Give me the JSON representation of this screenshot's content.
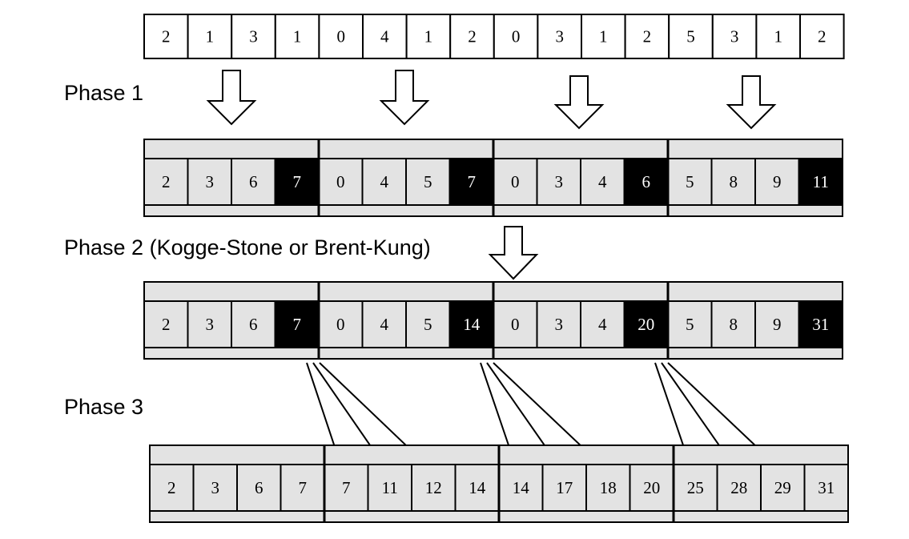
{
  "input_array": [
    "2",
    "1",
    "3",
    "1",
    "0",
    "4",
    "1",
    "2",
    "0",
    "3",
    "1",
    "2",
    "5",
    "3",
    "1",
    "2"
  ],
  "phases": [
    {
      "label": "Phase 1"
    },
    {
      "label": "Phase 2 (Kogge-Stone or Brent-Kung)"
    },
    {
      "label": "Phase 3"
    }
  ],
  "phase1_sections": [
    {
      "values": [
        "2",
        "3",
        "6",
        "7"
      ]
    },
    {
      "values": [
        "0",
        "4",
        "5",
        "7"
      ]
    },
    {
      "values": [
        "0",
        "3",
        "4",
        "6"
      ]
    },
    {
      "values": [
        "5",
        "8",
        "9",
        "11"
      ]
    }
  ],
  "phase2_sections": [
    {
      "values": [
        "2",
        "3",
        "6",
        "7"
      ]
    },
    {
      "values": [
        "0",
        "4",
        "5",
        "14"
      ]
    },
    {
      "values": [
        "0",
        "3",
        "4",
        "20"
      ]
    },
    {
      "values": [
        "5",
        "8",
        "9",
        "31"
      ]
    }
  ],
  "phase3_sections": [
    {
      "values": [
        "2",
        "3",
        "6",
        "7"
      ]
    },
    {
      "values": [
        "7",
        "11",
        "12",
        "14"
      ]
    },
    {
      "values": [
        "14",
        "17",
        "18",
        "20"
      ]
    },
    {
      "values": [
        "25",
        "28",
        "29",
        "31"
      ]
    }
  ],
  "colors": {
    "cell_fill": "#e3e3e3",
    "highlight_fill": "#000000",
    "highlight_text": "#ffffff",
    "stroke": "#000000"
  }
}
